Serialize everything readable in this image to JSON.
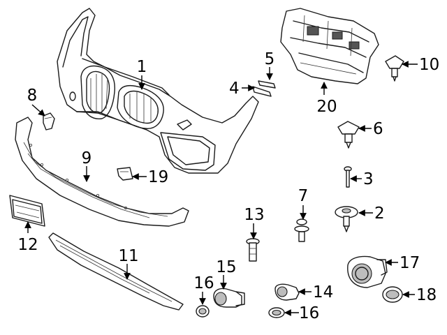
{
  "callouts": [
    {
      "id": "c1",
      "label": "1"
    },
    {
      "id": "c2",
      "label": "2"
    },
    {
      "id": "c3",
      "label": "3"
    },
    {
      "id": "c4",
      "label": "4"
    },
    {
      "id": "c5",
      "label": "5"
    },
    {
      "id": "c6",
      "label": "6"
    },
    {
      "id": "c7",
      "label": "7"
    },
    {
      "id": "c8",
      "label": "8"
    },
    {
      "id": "c9",
      "label": "9"
    },
    {
      "id": "c10",
      "label": "10"
    },
    {
      "id": "c11",
      "label": "11"
    },
    {
      "id": "c12",
      "label": "12"
    },
    {
      "id": "c13",
      "label": "13"
    },
    {
      "id": "c14",
      "label": "14"
    },
    {
      "id": "c15",
      "label": "15"
    },
    {
      "id": "c16a",
      "label": "16"
    },
    {
      "id": "c16b",
      "label": "16"
    },
    {
      "id": "c17",
      "label": "17"
    },
    {
      "id": "c18",
      "label": "18"
    },
    {
      "id": "c19",
      "label": "19"
    },
    {
      "id": "c20",
      "label": "20"
    }
  ]
}
